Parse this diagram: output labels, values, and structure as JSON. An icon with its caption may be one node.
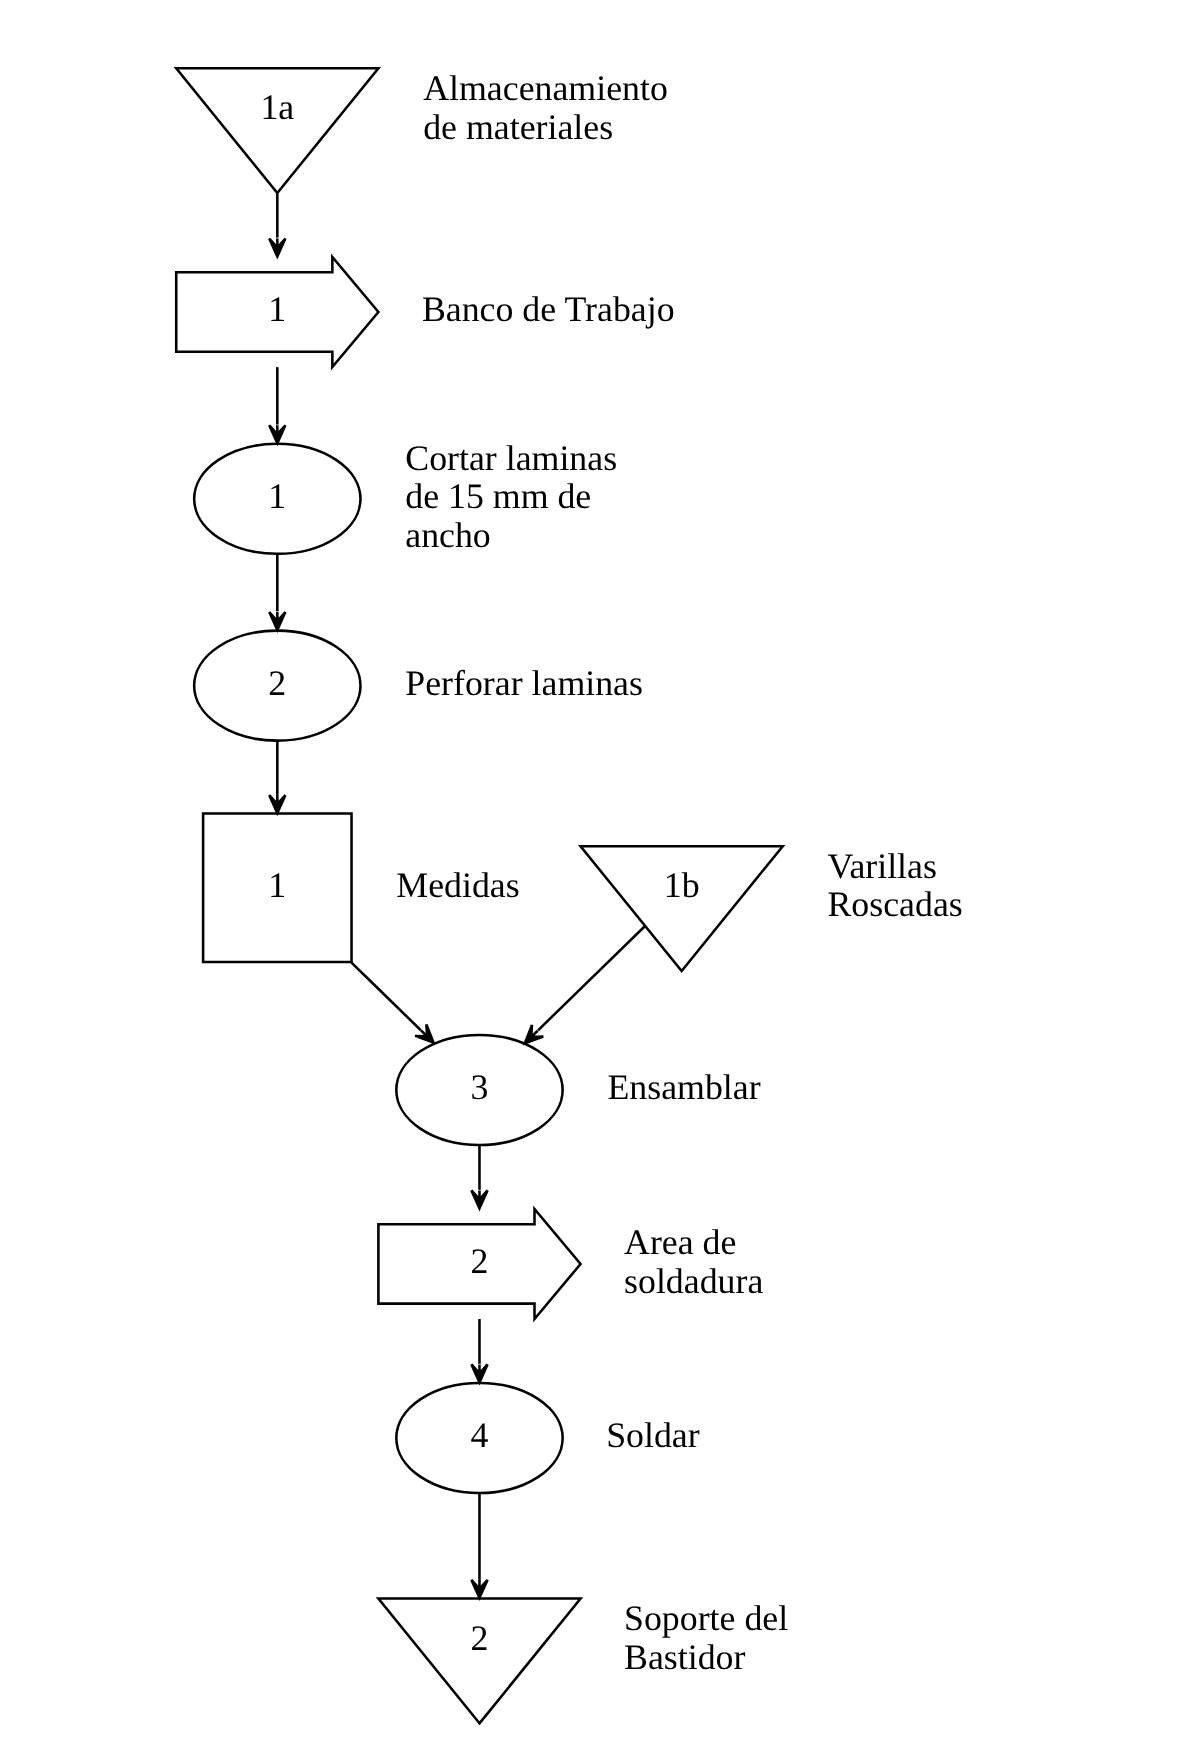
{
  "diagram": {
    "nodes": [
      {
        "text": [
          "1a"
        ],
        "beside": [
          "Almacenamiento de materiales"
        ]
      },
      {
        "text": [
          "1"
        ],
        "beside": [
          "Banco de Trabajo"
        ]
      },
      {
        "text": [
          "1"
        ],
        "beside": [
          "Cortar laminas de 15 mm de ancho"
        ]
      },
      {
        "text": [
          "2"
        ],
        "beside": [
          "Perforar laminas"
        ]
      },
      {
        "text": [
          "1"
        ],
        "beside": [
          "Medidas"
        ]
      },
      {
        "text": [
          "1b"
        ],
        "beside": [
          "Varillas Roscadas"
        ]
      },
      {
        "text": [
          "3"
        ],
        "beside": [
          "Ensamblar"
        ]
      },
      {
        "text": [
          "2"
        ],
        "beside": [
          "Area de soldadura"
        ]
      },
      {
        "text": [
          "4"
        ],
        "beside": [
          "Soldar"
        ]
      },
      {
        "text": [
          "2"
        ],
        "beside": [
          "Soporte del Bastidor"
        ]
      }
    ],
    "edges": [
      {
        "from": 0,
        "to": 1,
        "arrow": "to"
      },
      {
        "from": 1,
        "to": 2,
        "arrow": "to"
      },
      {
        "from": 2,
        "to": 3,
        "arrow": "to"
      },
      {
        "from": 3,
        "to": 4,
        "arrow": "to"
      },
      {
        "from": 4,
        "to": 6,
        "arrow": "to"
      },
      {
        "from": 5,
        "to": 6,
        "arrow": "to"
      },
      {
        "from": 6,
        "to": 7,
        "arrow": "to"
      },
      {
        "from": 7,
        "to": 8,
        "arrow": "to"
      },
      {
        "from": 8,
        "to": 9,
        "arrow": "to"
      }
    ]
  }
}
